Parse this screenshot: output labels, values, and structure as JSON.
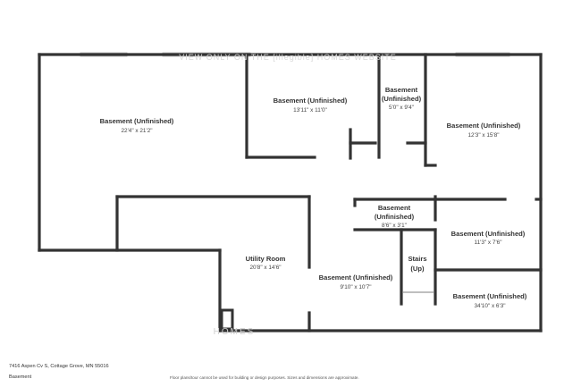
{
  "watermark": {
    "top": "VIEW ONLY ON THE [illegible] HOMES WEBSITE",
    "bottom": "HOMES"
  },
  "rooms": [
    {
      "name": "Basement (Unfinished)",
      "dims": "22'4\" x 21'2\""
    },
    {
      "name": "Basement (Unfinished)",
      "dims": "13'11\" x 11'0\""
    },
    {
      "name": "Basement",
      "name2": "(Unfinished)",
      "dims": "5'0\" x 9'4\""
    },
    {
      "name": "Basement (Unfinished)",
      "dims": "12'3\" x 15'8\""
    },
    {
      "name": "Basement",
      "name2": "(Unfinished)",
      "dims": "8'6\" x 3'1\""
    },
    {
      "name": "Basement (Unfinished)",
      "dims": "11'3\" x 7'6\""
    },
    {
      "name": "Utility Room",
      "dims": "20'8\" x 14'6\""
    },
    {
      "name": "Basement (Unfinished)",
      "dims": "9'10\" x 10'7\""
    },
    {
      "name": "Stairs",
      "name2": "(Up)"
    },
    {
      "name": "Basement (Unfinished)",
      "dims": "34'10\" x 6'3\""
    }
  ],
  "footer": {
    "address": "7416 Aspen Cv S, Cottage Grove, MN 55016",
    "level": "Basement",
    "disclaimer": "Floor plans/tour cannot be used for building or design purposes. Sizes and dimensions are approximate."
  },
  "colors": {
    "wall": "#333333",
    "window": "#dddddd",
    "background": "#ffffff"
  }
}
